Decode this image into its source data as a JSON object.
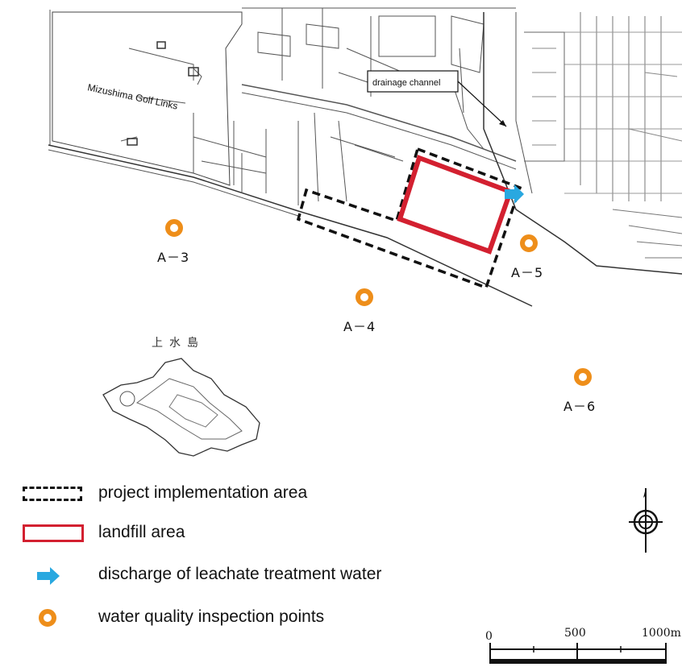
{
  "map": {
    "golf_links_label": "Mizushima Golf Links",
    "drainage_label": "drainage channel",
    "island_label": "上水島",
    "points": [
      {
        "id": "A-3",
        "label": "A－3"
      },
      {
        "id": "A-4",
        "label": "A－4"
      },
      {
        "id": "A-5",
        "label": "A－5"
      },
      {
        "id": "A-6",
        "label": "A－6"
      }
    ],
    "colors": {
      "landfill": "#d32030",
      "discharge": "#29a8e0",
      "inspection_point": "#ee8e1a"
    }
  },
  "legend": {
    "project_area": "project implementation area",
    "landfill_area": "landfill area",
    "discharge": "discharge of  leachate treatment water",
    "inspection_points": "water quality inspection points"
  },
  "compass": {
    "icon": "north-arrow-icon"
  },
  "scale_bar": {
    "labels": [
      "0",
      "500",
      "1000m"
    ]
  }
}
